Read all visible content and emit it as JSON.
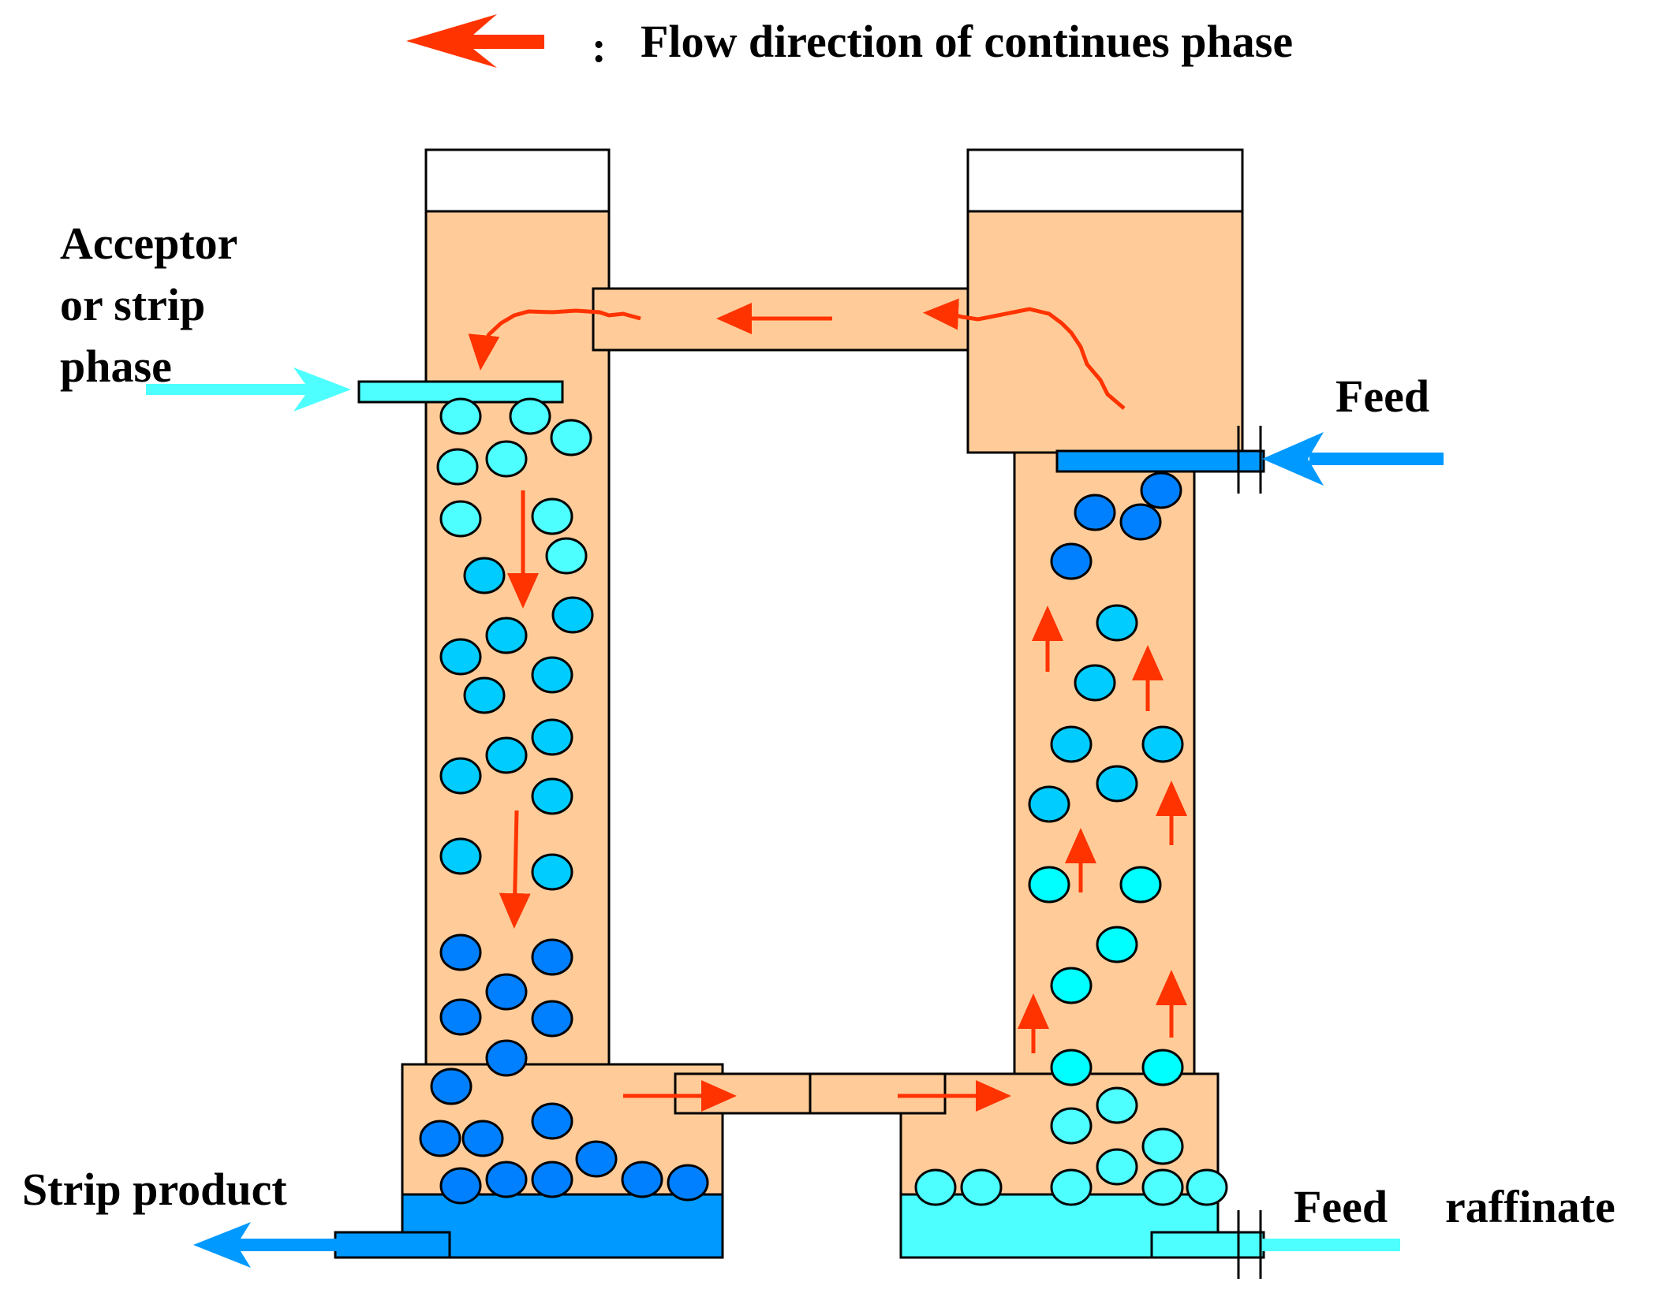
{
  "legend": {
    "separator": ":",
    "text": "Flow direction of continues phase"
  },
  "labels": {
    "acceptor_line1": "Acceptor",
    "acceptor_line2": "or strip",
    "acceptor_line3": "phase",
    "feed_in": "Feed",
    "strip_product": "Strip product",
    "feed_out_1": "Feed",
    "feed_out_2": "raffinate"
  },
  "colors": {
    "continuous_phase": "#FFCC99",
    "flow_arrow": "#FF3300",
    "acceptor_stream": "#4DFFFF",
    "feed_stream": "#0099FF",
    "strip_product_pool": "#0099FF",
    "raffinate_pool": "#4DFFFF",
    "drop_light": "#4DFFFF",
    "drop_medium": "#00CCFF",
    "drop_dark": "#0080FF",
    "outline": "#000000"
  }
}
